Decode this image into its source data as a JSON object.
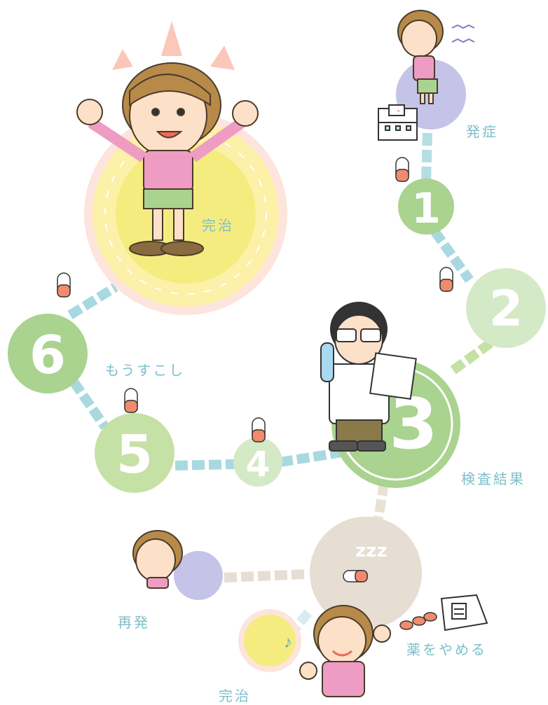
{
  "labels": {
    "onset": "発症",
    "test_results": "検査結果",
    "almost": "もうすこし",
    "cured_top": "完治",
    "relapse": "再発",
    "stop_medicine": "薬をやめる",
    "cured_bottom": "完治"
  },
  "steps": [
    "1",
    "2",
    "3",
    "4",
    "5",
    "6"
  ],
  "sleep_text": "zzz",
  "colors": {
    "step_green": "#a9d38f",
    "step_light": "#d4e9c6",
    "path_blue": "#a9d9e0",
    "path_green": "#c5e1a5",
    "label": "#7dbfc9",
    "cured_fill": "#fcee9a",
    "onset_circle": "#c5c3e8",
    "sleep_circle": "#e6ddd3"
  },
  "icons": [
    "hospital-icon",
    "pill-icon",
    "flask-icon",
    "music-note-icon",
    "medicine-bottle-icon",
    "capsule-icon"
  ]
}
